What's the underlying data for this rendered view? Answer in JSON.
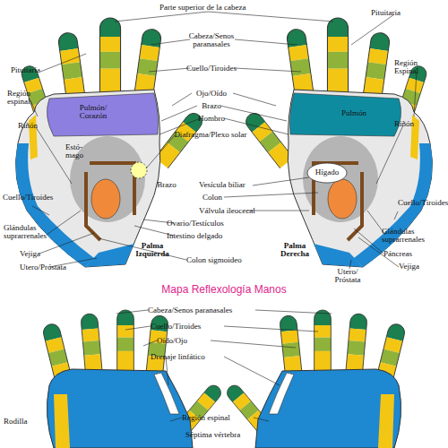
{
  "diagram": {
    "title": "Mapa Reflexología Manos",
    "labels": [
      "Parte superior de la cabeza",
      "Pituitaria",
      "Pituitaria",
      "Cabeza/Senos paranasales",
      "Región espinal",
      "Región Espinal",
      "Cuello/Tiroides",
      "Riñón",
      "Riñón",
      "Pulmón/ Corazón",
      "Ojo/Oído",
      "Pulmón",
      "Brazo",
      "Hombro",
      "Estó- mago",
      "Diafragma/Plexo solar",
      "Hígado",
      "Brazo",
      "Vesícula biliar",
      "Colon",
      "Cuello/Tiroides",
      "Válvula ileocecal",
      "Cuello/Tiroides",
      "Ovario/Testículos",
      "Glándulas suprarrenales",
      "Intestino delgado",
      "Glándulas suprarrenales",
      "Vejiga",
      "Páncreas",
      "Palma Izquierda",
      "Palma Derecha",
      "Colon sigmoideo",
      "Vejiga",
      "Utero/Próstata",
      "Utero/ Próstata",
      "Cabeza/Senos paranasales",
      "Cuello/Tiroides",
      "Oído/Ojo",
      "Drenaje linfático",
      "Rodilla",
      "Región espinal",
      "Séptima vértebra"
    ]
  }
}
